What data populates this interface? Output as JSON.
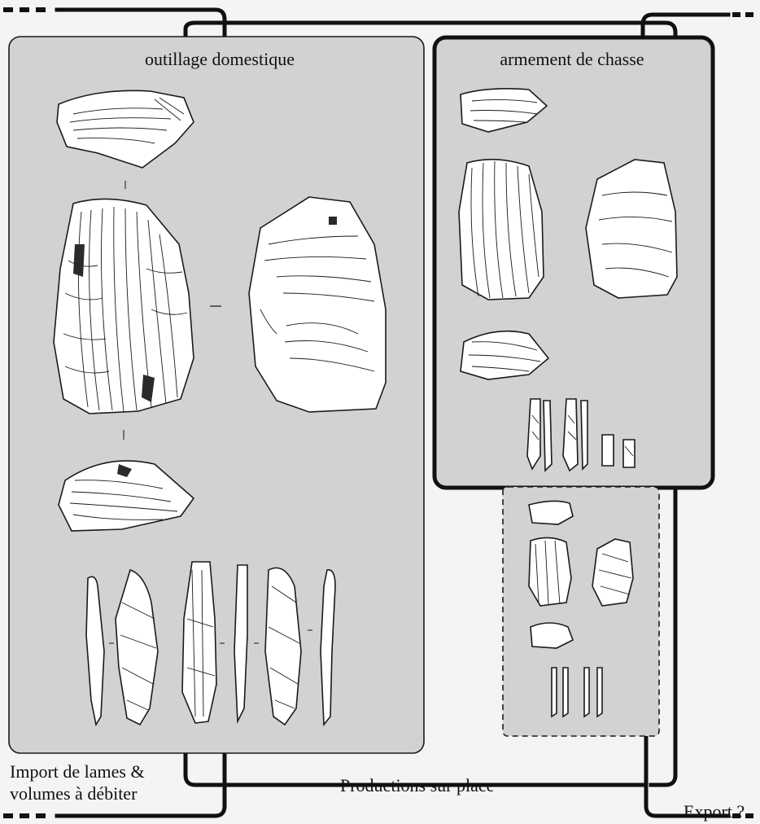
{
  "panels": {
    "domestic_title": "outillage domestique",
    "hunting_title": "armement de chasse"
  },
  "labels": {
    "import_line1": "Import de lames &",
    "import_line2": "volumes à débiter",
    "local_production": "Productions sur place",
    "export": "Export ?"
  },
  "colors": {
    "panel_fill": "#d2d2d2",
    "stroke": "#1a1a1a",
    "background": "#f4f4f4"
  }
}
